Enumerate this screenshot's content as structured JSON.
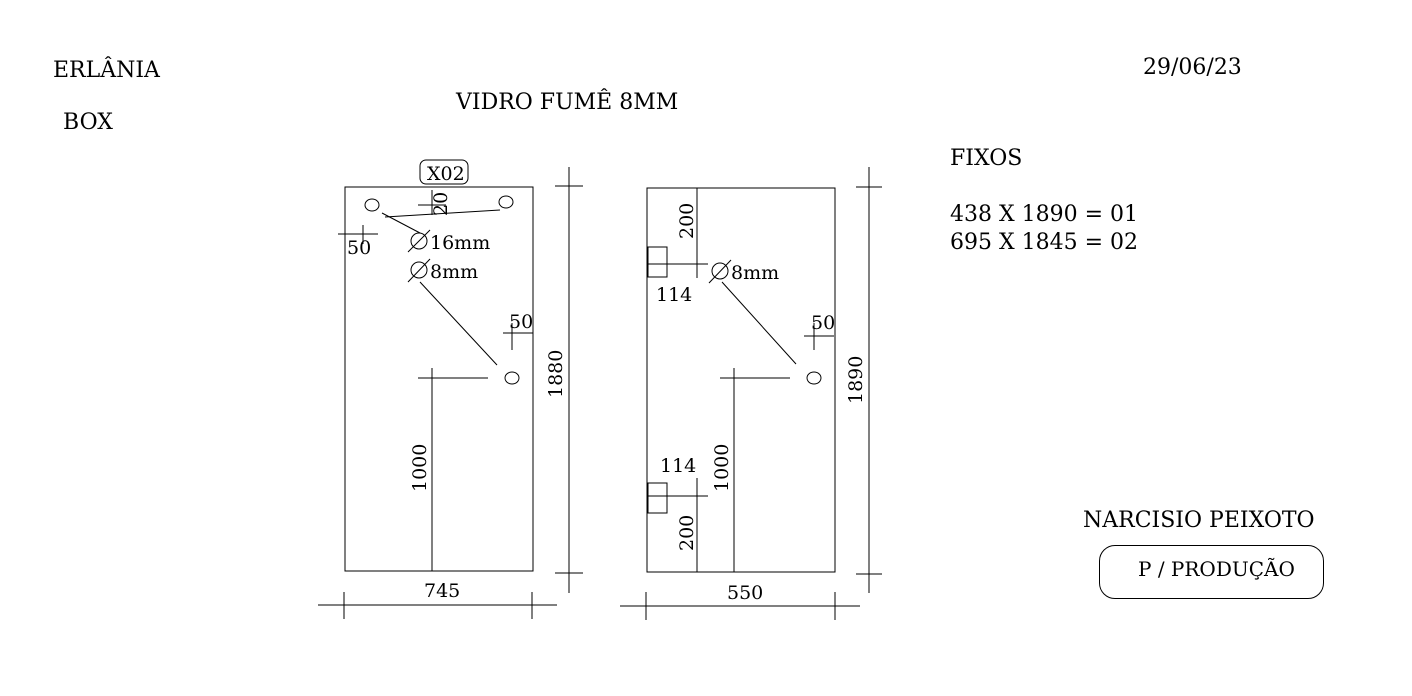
{
  "header": {
    "client": "ERLÂNIA",
    "item": "BOX",
    "date": "29/06/23",
    "material": "VIDRO FUMÊ 8MM"
  },
  "fixed_panels": {
    "title": "FIXOS",
    "lines": [
      "438 X 1890 = 01",
      "695 X 1845 = 02"
    ]
  },
  "footer": {
    "name": "NARCISIO PEIXOTO",
    "stamp": "P / PRODUÇÃO"
  },
  "panel_left": {
    "qty_tag": "X02",
    "width": "745",
    "height": "1880",
    "dim_top_hole_y": "20",
    "dim_top_hole_x": "50",
    "dim_mid_hole_x": "50",
    "dim_mid_hole_y": "1000",
    "hole_large": "16mm",
    "hole_small": "8mm"
  },
  "panel_right": {
    "width": "550",
    "height": "1890",
    "dim_upper_notch_y": "200",
    "dim_upper_notch_w": "114",
    "dim_lower_notch_w": "114",
    "dim_lower_notch_y": "200",
    "dim_hole_x": "50",
    "dim_hole_y": "1000",
    "hole_small": "8mm"
  }
}
